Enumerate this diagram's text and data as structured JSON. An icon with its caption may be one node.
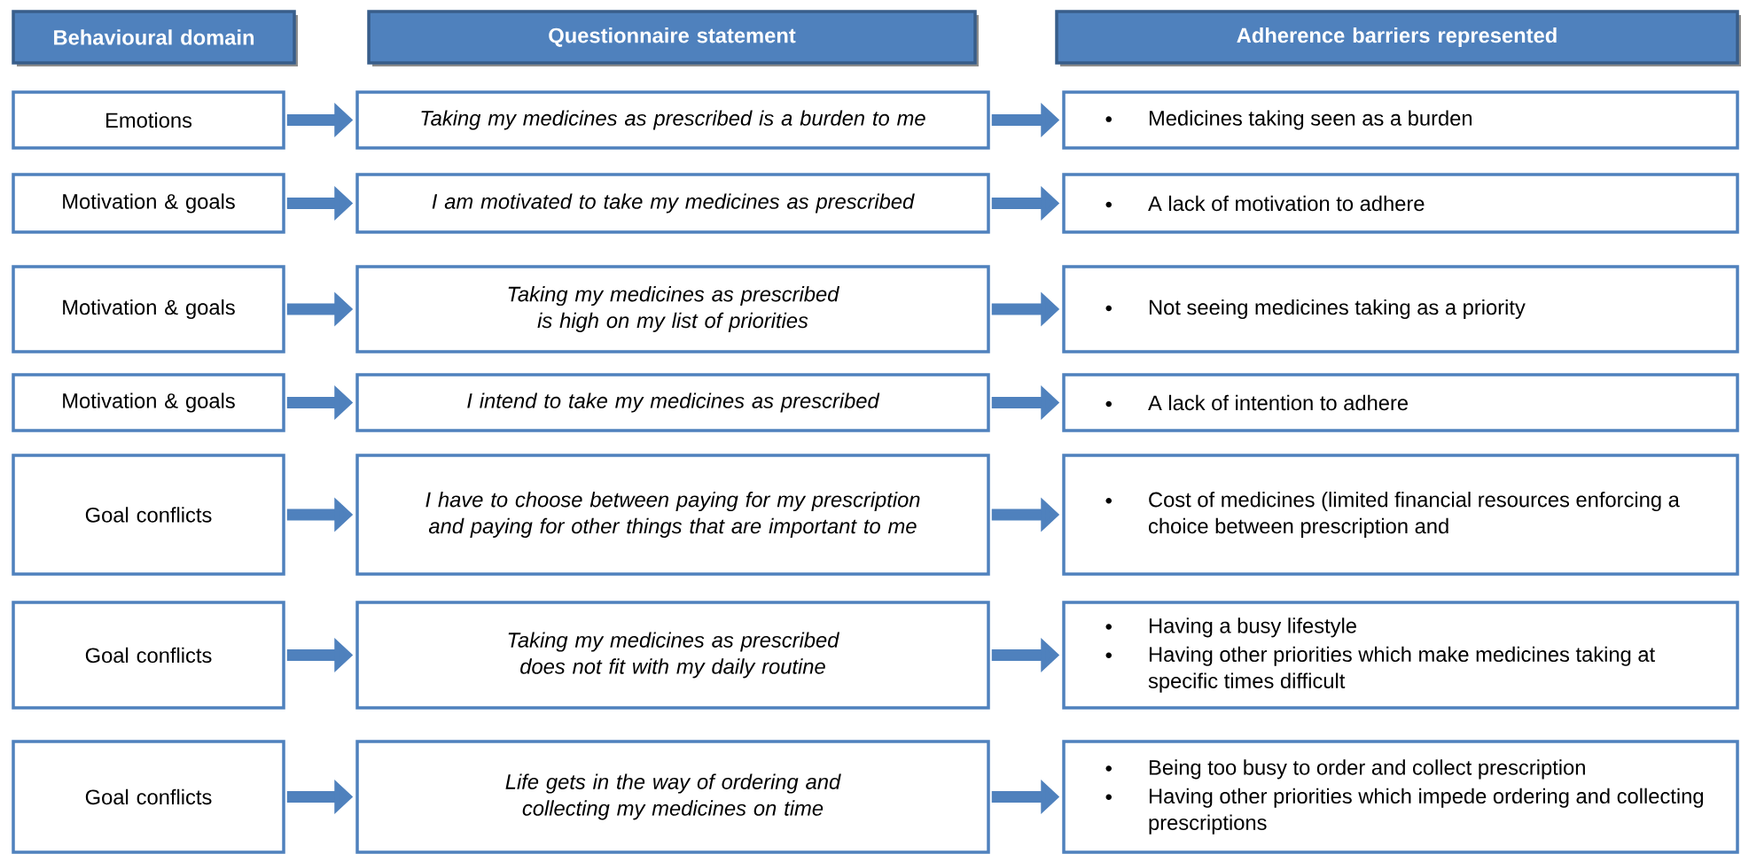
{
  "diagram": {
    "nodes": [
      {
        "text": [
          "Behavioural domain"
        ]
      },
      {
        "text": [
          "Questionnaire statement"
        ]
      },
      {
        "text": [
          "Adherence barriers represented"
        ]
      },
      {
        "text": [
          "Emotions"
        ]
      },
      {
        "text": [
          "Taking my medicines as prescribed is a burden to me"
        ]
      },
      {
        "text": [
          "Medicines taking seen as a burden"
        ]
      },
      {
        "text": [
          "Motivation & goals"
        ]
      },
      {
        "text": [
          "I am motivated to take my medicines as prescribed"
        ]
      },
      {
        "text": [
          "A lack of motivation to adhere"
        ]
      },
      {
        "text": [
          "Motivation & goals"
        ]
      },
      {
        "text": [
          "Taking my medicines as prescribed is high on my list of priorities"
        ]
      },
      {
        "text": [
          "Not seeing medicines taking as a priority"
        ]
      },
      {
        "text": [
          "Motivation & goals"
        ]
      },
      {
        "text": [
          "I intend to take my medicines as prescribed"
        ]
      },
      {
        "text": [
          "A lack of intention to adhere"
        ]
      },
      {
        "text": [
          "Goal conflicts"
        ]
      },
      {
        "text": [
          "I have to choose between paying for my prescription and paying for other things that are important to me"
        ]
      },
      {
        "text": [
          "Cost of medicines (limited financial resources enforcing a choice between prescription and"
        ]
      },
      {
        "text": [
          "Goal conflicts"
        ]
      },
      {
        "text": [
          "Taking my medicines as prescribed does not fit with my daily routine"
        ]
      },
      {
        "text": [
          "Having a busy lifestyle",
          "Having other priorities which make medicines taking at specific times difficult"
        ]
      },
      {
        "text": [
          "Goal conflicts"
        ]
      },
      {
        "text": [
          "Life gets in the way of ordering and collecting my medicines on time"
        ]
      },
      {
        "text": [
          "Being too busy to order and collect prescription",
          "Having other priorities which impede ordering and collecting prescriptions"
        ]
      }
    ],
    "edges": [
      {
        "from": 3,
        "to": 4,
        "arrow": "to"
      },
      {
        "from": 4,
        "to": 5,
        "arrow": "to"
      },
      {
        "from": 6,
        "to": 7,
        "arrow": "to"
      },
      {
        "from": 7,
        "to": 8,
        "arrow": "to"
      },
      {
        "from": 9,
        "to": 10,
        "arrow": "to"
      },
      {
        "from": 10,
        "to": 11,
        "arrow": "to"
      },
      {
        "from": 12,
        "to": 13,
        "arrow": "to"
      },
      {
        "from": 13,
        "to": 14,
        "arrow": "to"
      },
      {
        "from": 15,
        "to": 16,
        "arrow": "to"
      },
      {
        "from": 16,
        "to": 17,
        "arrow": "to"
      },
      {
        "from": 18,
        "to": 19,
        "arrow": "to"
      },
      {
        "from": 19,
        "to": 20,
        "arrow": "to"
      },
      {
        "from": 21,
        "to": 22,
        "arrow": "to"
      },
      {
        "from": 22,
        "to": 23,
        "arrow": "to"
      }
    ]
  }
}
